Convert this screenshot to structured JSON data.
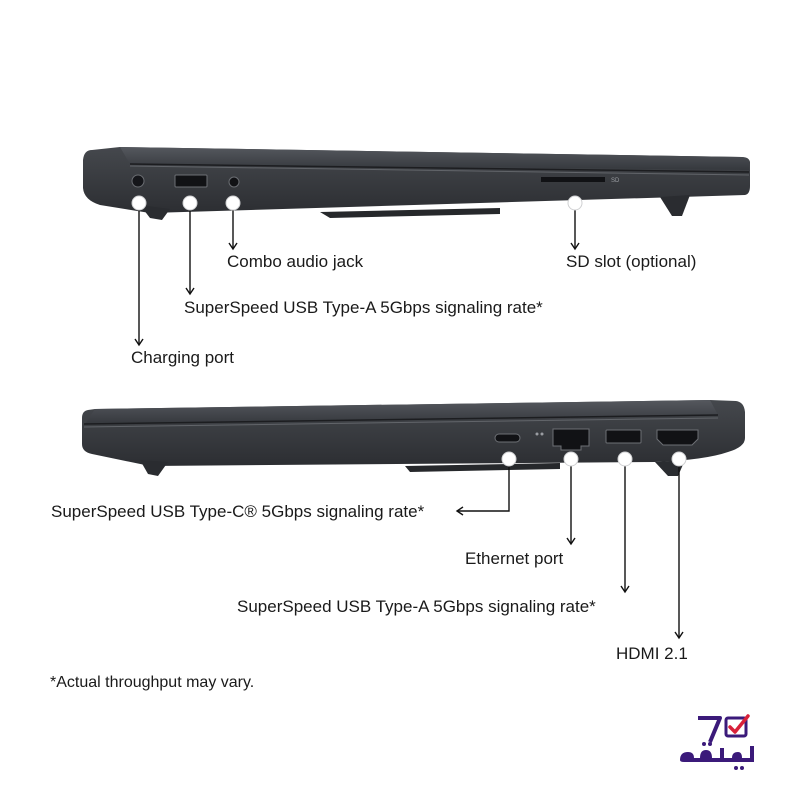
{
  "labels": {
    "combo_audio": "Combo audio jack",
    "sd_slot": "SD slot (optional)",
    "usb_a_left": "SuperSpeed USB Type-A 5Gbps signaling rate*",
    "charging": "Charging port",
    "usb_c": "SuperSpeed USB Type-C® 5Gbps signaling rate*",
    "ethernet": "Ethernet port",
    "usb_a_right": "SuperSpeed USB Type-A 5Gbps signaling rate*",
    "hdmi": "HDMI 2.1"
  },
  "footnote": "*Actual throughput may vary.",
  "port_markings": {
    "sd": "SD"
  },
  "colors": {
    "chassis": "#3a3d42",
    "chassis_edge": "#2a2c30",
    "port": "#111215",
    "dot": "#ffffff",
    "line": "#111111",
    "logo_purple": "#3b1a7a",
    "logo_red": "#d8213a"
  }
}
